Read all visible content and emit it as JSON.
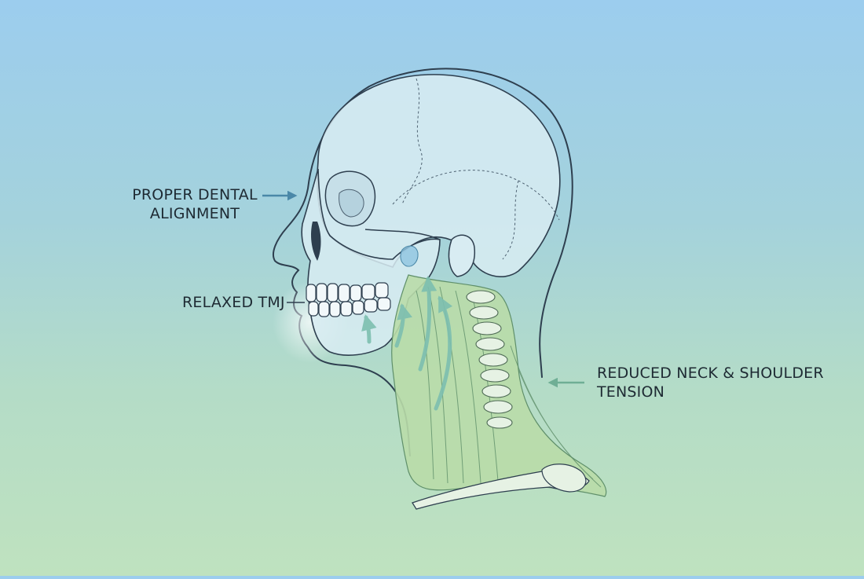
{
  "labels": {
    "dental": [
      "PROPER DENTAL",
      "ALIGNMENT"
    ],
    "tmj": "RELAXED TMJ",
    "neck": [
      "REDUCED NECK & SHOULDER",
      "TENSION"
    ]
  },
  "colors": {
    "outline": "#2e3f4f",
    "skull_fill": "#d8ecf2",
    "muscle_fill": "#b9dba8",
    "muscle_line": "#5f8f6a",
    "arrow_blue": "#4a88a8",
    "arrow_green": "#6fae95",
    "text": "#1e2a33"
  },
  "icons": [
    "arrow-right-icon",
    "arrow-left-icon"
  ]
}
